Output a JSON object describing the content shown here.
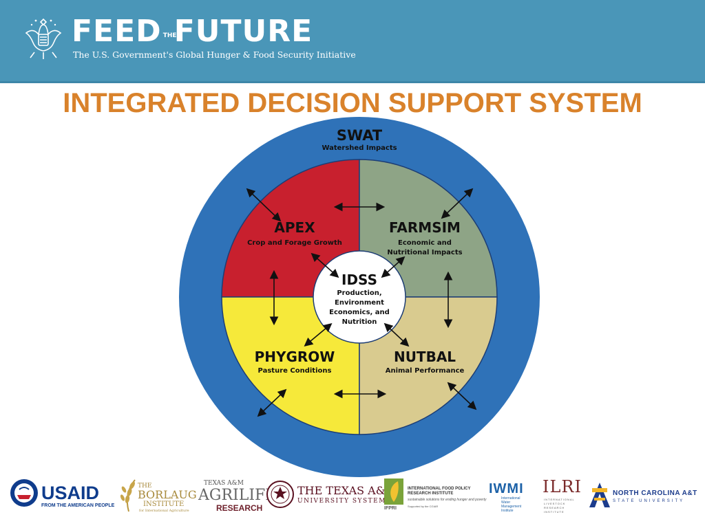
{
  "header": {
    "brand_left": "FEED",
    "brand_the": "THE",
    "brand_right": "FUTURE",
    "tagline": "The U.S. Government's Global Hunger & Food Security Initiative",
    "seal_icon": "great-seal-icon",
    "bg_color": "#4a96b8"
  },
  "title": "INTEGRATED DECISION SUPPORT SYSTEM",
  "diagram": {
    "outer": {
      "label": "SWAT",
      "sub": "Watershed Impacts",
      "color": "#2f72b8"
    },
    "quadrants": [
      {
        "label": "APEX",
        "sub": [
          "Crop and Forage Growth"
        ],
        "color": "#c8202e"
      },
      {
        "label": "FARMSIM",
        "sub": [
          "Economic and",
          "Nutritional Impacts"
        ],
        "color": "#8ea486"
      },
      {
        "label": "PHYGROW",
        "sub": [
          "Pasture Conditions"
        ],
        "color": "#f6e93a"
      },
      {
        "label": "NUTBAL",
        "sub": [
          "Animal Performance"
        ],
        "color": "#d9cb8f"
      }
    ],
    "center": {
      "label": "IDSS",
      "sub": [
        "Production,",
        "Environment",
        "Economics, and",
        "Nutrition"
      ]
    }
  },
  "logos": {
    "usaid": {
      "name": "USAID",
      "sub": "FROM THE AMERICAN PEOPLE"
    },
    "borlaug": {
      "small": "THE",
      "main": "BORLAUG",
      "sub": "INSTITUTE",
      "tag": "for International Agriculture"
    },
    "agrilife": {
      "top": "TEXAS A&M",
      "main": "AGRILIFE",
      "sub": "RESEARCH"
    },
    "tamus": {
      "main": "THE TEXAS A&M",
      "sub": "UNIVERSITY SYSTEM"
    },
    "ifpri": {
      "name": "INTERNATIONAL FOOD POLICY RESEARCH INSTITUTE",
      "tag": "sustainable solutions for ending hunger and poverty",
      "support": "Supported by the CGIAR",
      "abbr": "IFPRI"
    },
    "iwmi": {
      "abbr": "IWMI",
      "name": "International Water Management Institute"
    },
    "ilri": {
      "abbr": "ILRI",
      "name": "INTERNATIONAL LIVESTOCK RESEARCH INSTITUTE"
    },
    "ncat": {
      "name": "NORTH CAROLINA A&T",
      "sub": "STATE UNIVERSITY"
    }
  }
}
